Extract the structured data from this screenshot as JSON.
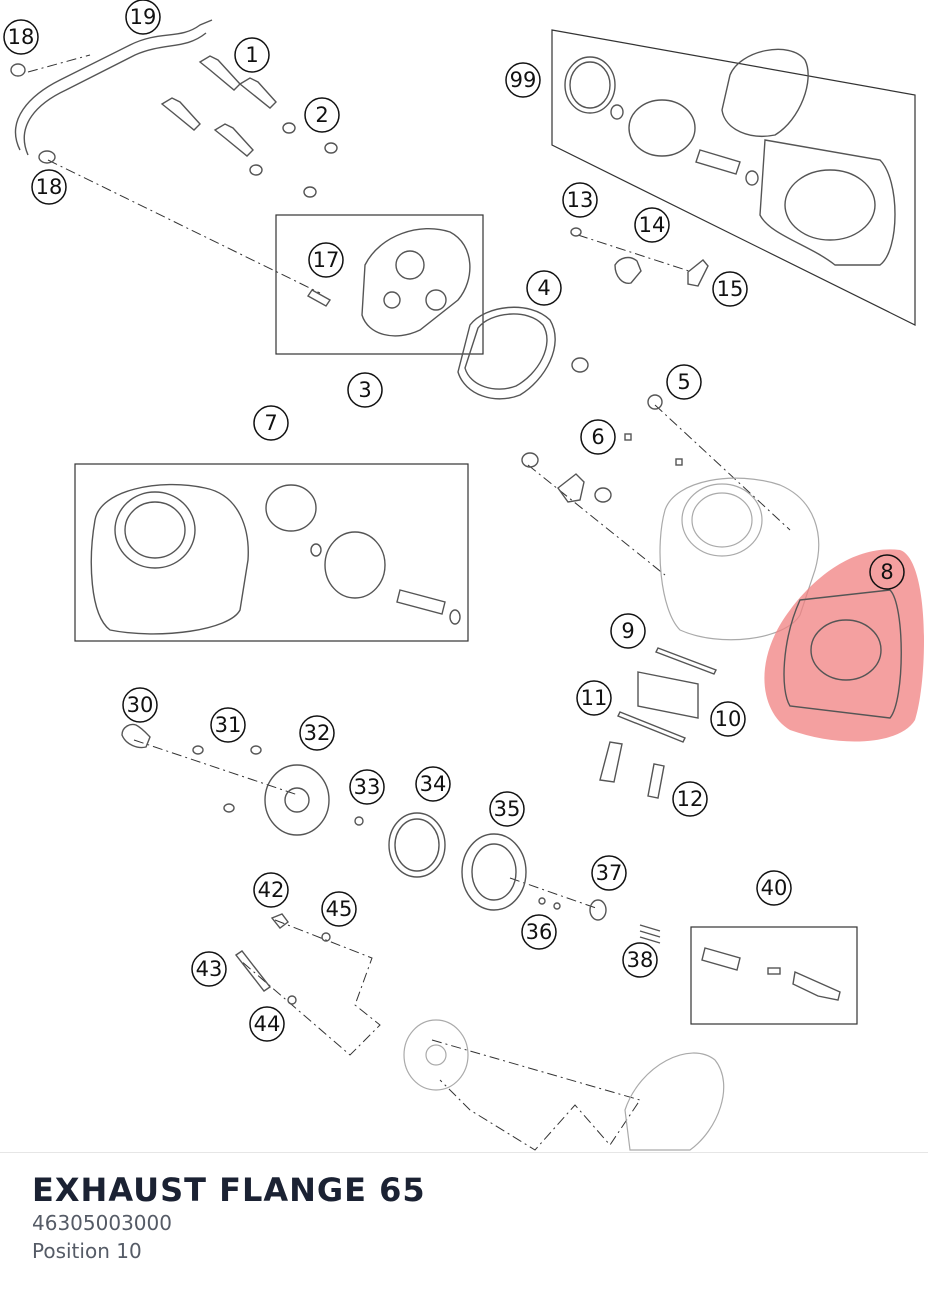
{
  "diagram": {
    "labels": [
      "1",
      "2",
      "3",
      "4",
      "5",
      "6",
      "7",
      "8",
      "9",
      "10",
      "11",
      "12",
      "13",
      "14",
      "15",
      "17",
      "18",
      "18",
      "19",
      "30",
      "31",
      "32",
      "33",
      "34",
      "35",
      "36",
      "37",
      "38",
      "40",
      "42",
      "43",
      "44",
      "45",
      "99"
    ],
    "highlighted_label": "8",
    "highlight_color": "#f08080"
  },
  "part": {
    "title": "EXHAUST FLANGE 65",
    "number": "46305003000",
    "position": "Position 10"
  }
}
